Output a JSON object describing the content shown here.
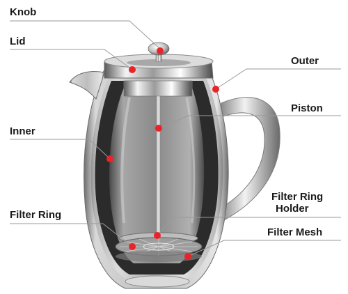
{
  "diagram": {
    "labels": {
      "knob": "Knob",
      "lid": "Lid",
      "inner": "Inner",
      "filter_ring": "Filter Ring",
      "outer": "Outer",
      "piston": "Piston",
      "filter_ring_holder_line1": "Filter Ring",
      "filter_ring_holder_line2": "Holder",
      "filter_mesh": "Filter Mesh"
    },
    "colors": {
      "marker": "#e8242a",
      "leader_line": "#9a9a9a",
      "steel_dark": "#2b2b2b",
      "steel_light": "#e9e9e9",
      "glass": "#8e8e8e"
    }
  }
}
